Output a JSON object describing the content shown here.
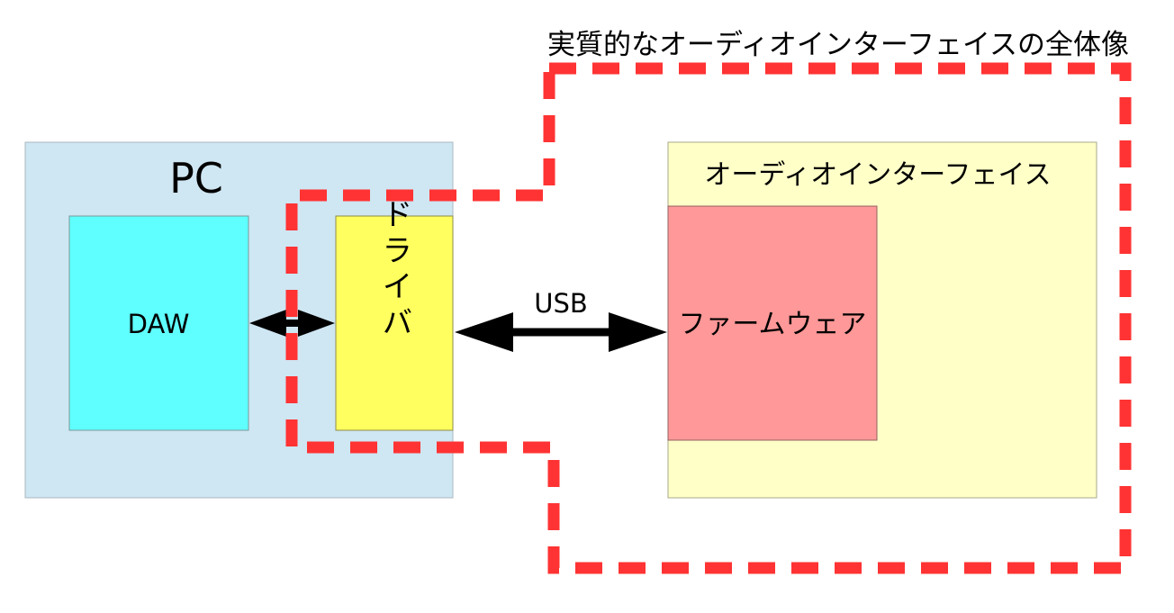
{
  "title": "実質的なオーディオインターフェイスの全体像",
  "pc": {
    "label": "PC",
    "fill": "#cfe6f3"
  },
  "daw": {
    "label": "DAW",
    "fill": "#5fffff"
  },
  "driver": {
    "label": "ドライバ",
    "fill": "#ffff5f"
  },
  "usb": {
    "label": "USB"
  },
  "audio_interface": {
    "label": "オーディオインターフェイス",
    "fill": "#ffffc8"
  },
  "firmware": {
    "label": "ファームウェア",
    "fill": "#ff9898"
  },
  "highlight_color": "#ff3333"
}
